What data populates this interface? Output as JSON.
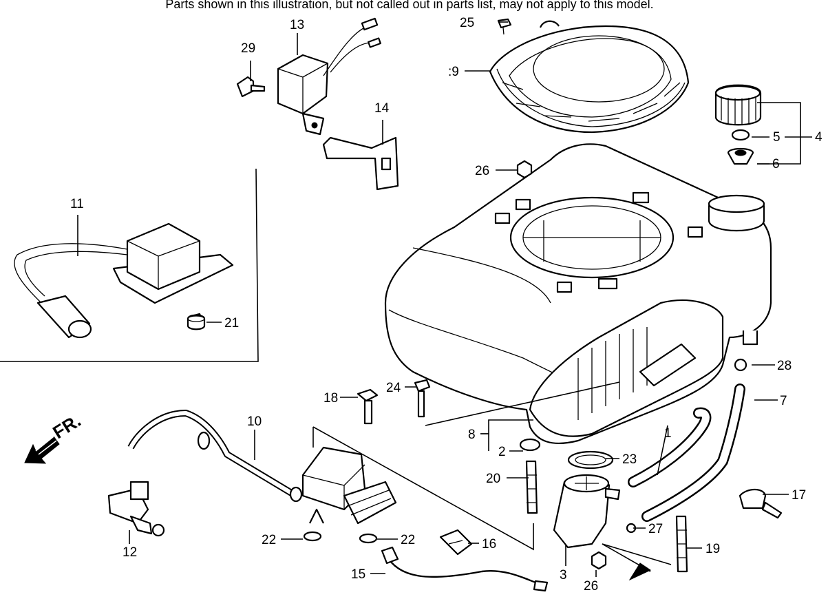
{
  "header": {
    "caption": "Parts shown in this illustration, but not called out in parts list, may not apply to this model."
  },
  "direction_marker": {
    "label": "FR.",
    "icon": "front-arrow-icon"
  },
  "callouts": {
    "c1": "1",
    "c2": "2",
    "c3": "3",
    "c4": "4",
    "c5": "5",
    "c6": "6",
    "c7": "7",
    "c8": "8",
    "c9": ":9",
    "c10": "10",
    "c11": "11",
    "c12": "12",
    "c13": "13",
    "c14": "14",
    "c15": "15",
    "c16": "16",
    "c17": "17",
    "c18": "18",
    "c19": "19",
    "c20": "20",
    "c21": "21",
    "c22a": "22",
    "c22b": "22",
    "c23": "23",
    "c24": "24",
    "c25": "25",
    "c26a": "26",
    "c26b": "26",
    "c27": "27",
    "c28": "28",
    "c29": "29"
  }
}
